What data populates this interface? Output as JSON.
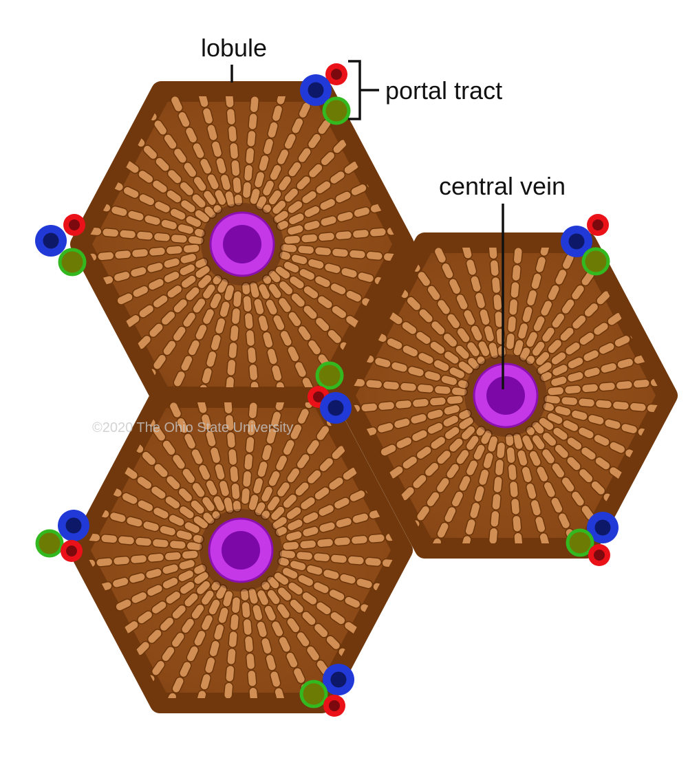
{
  "figure": {
    "type": "anatomical-diagram",
    "labels": {
      "lobule": "lobule",
      "portal_tract": "portal tract",
      "central_vein": "central vein"
    },
    "watermark": "©2020 The Ohio State University"
  },
  "colors": {
    "background": "#ffffff",
    "label_text": "#111111",
    "lobule_fill_light": "#98561f",
    "lobule_fill_mid": "#8a4817",
    "lobule_fill_dark": "#70380c",
    "hepatocyte_bead": "#d18e55",
    "hepatocyte_bead_shadow": "#6b3509",
    "central_vein_outer": "#c538e8",
    "central_vein_rim": "#8a10b0",
    "central_vein_inner": "#7c08a8",
    "vessel_blue_ring": "#2139d6",
    "vessel_blue_core": "#0d1868",
    "vessel_red_ring": "#ea1118",
    "vessel_red_core": "#7c090d",
    "vessel_green_ring": "#33b81f",
    "vessel_green_core": "#6b7b03",
    "watermark_color": "#c9c9c9"
  }
}
